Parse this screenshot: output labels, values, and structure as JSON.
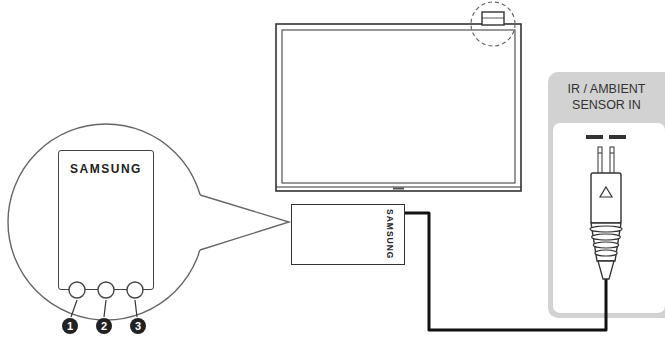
{
  "diagram": {
    "nodes": [
      {
        "text": [
          "SAMSUNG"
        ]
      },
      {
        "text": [
          "SAMSUNG"
        ]
      },
      {
        "text": [
          "IR / AMBIENT SENSOR IN"
        ]
      }
    ],
    "edges": [
      {
        "from": 1,
        "to": 2,
        "arrow": "none"
      }
    ],
    "labels": [
      "1",
      "2",
      "3"
    ]
  }
}
